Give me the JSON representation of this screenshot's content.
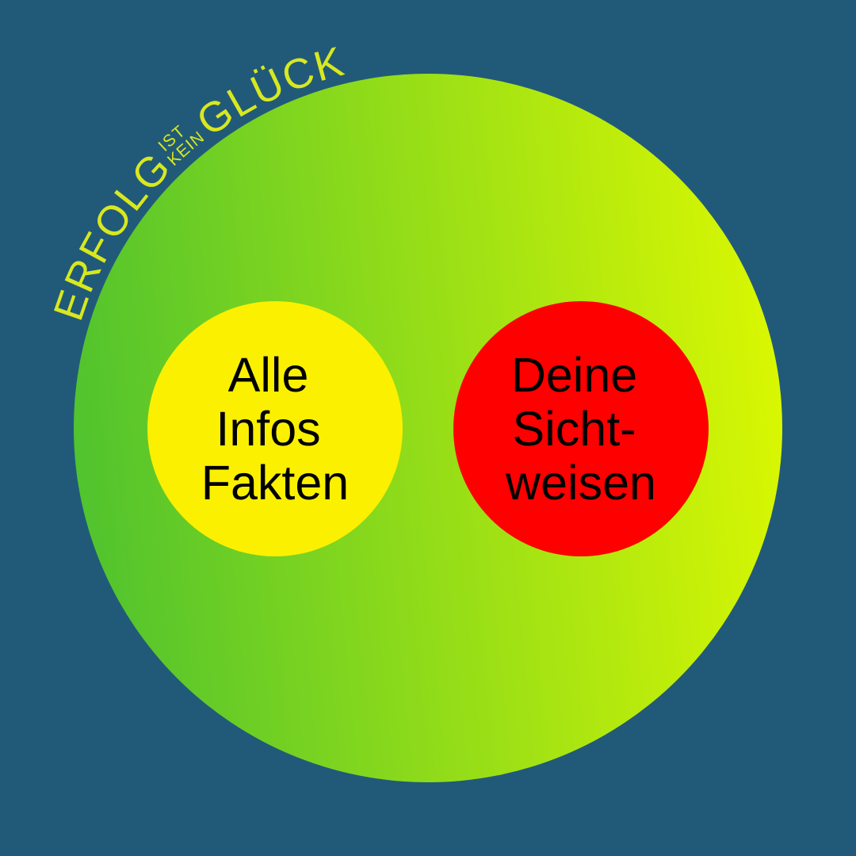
{
  "background_color": "#215A78",
  "arc_title": {
    "leading_word": "ERFOLG",
    "small_top": "IST",
    "small_bottom": "KEIN",
    "trailing_word": "GLÜCK",
    "color": "#D8E81F"
  },
  "main_circle": {
    "gradient_left": "#50C32E",
    "gradient_right": "#D9F702"
  },
  "inner_circles": [
    {
      "id": "facts",
      "fill": "#FBF000",
      "text_color": "#000000",
      "lines": [
        "Alle",
        "Infos",
        "Fakten"
      ]
    },
    {
      "id": "views",
      "fill": "#FE0000",
      "text_color": "#000000",
      "lines": [
        "Deine",
        "Sicht-",
        "weisen"
      ]
    }
  ]
}
